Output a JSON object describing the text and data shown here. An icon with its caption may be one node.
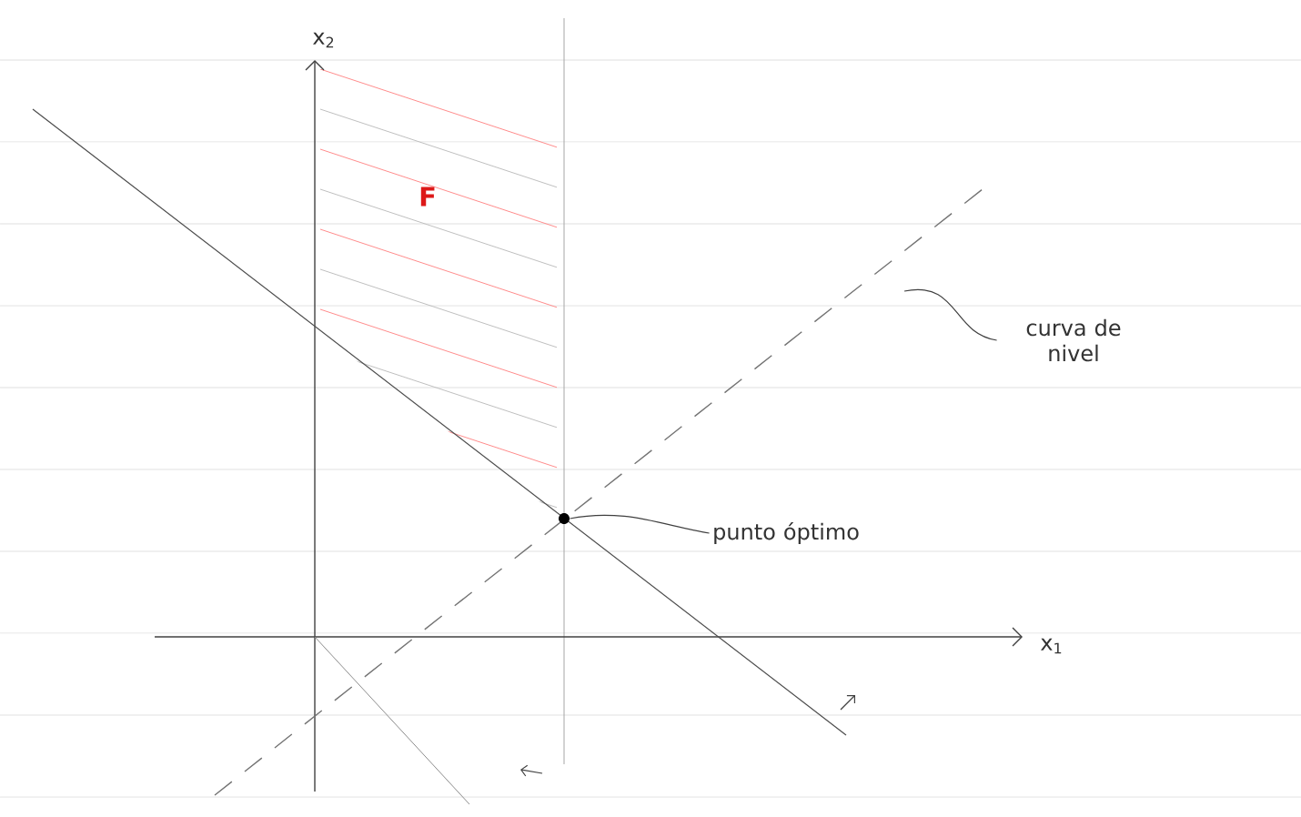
{
  "diagram": {
    "nodes": [
      {
        "text": [
          "curva de nivel"
        ]
      },
      {
        "text": [
          "punto óptimo"
        ]
      },
      {
        "text": [],
        "shape": "circle"
      }
    ],
    "edges": [
      {
        "from": 0,
        "to": null,
        "arrow": "none"
      },
      {
        "from": 1,
        "to": 2,
        "arrow": "none"
      }
    ],
    "labels": [
      "x$_{2}$",
      "F",
      "x$_{1}$"
    ]
  }
}
